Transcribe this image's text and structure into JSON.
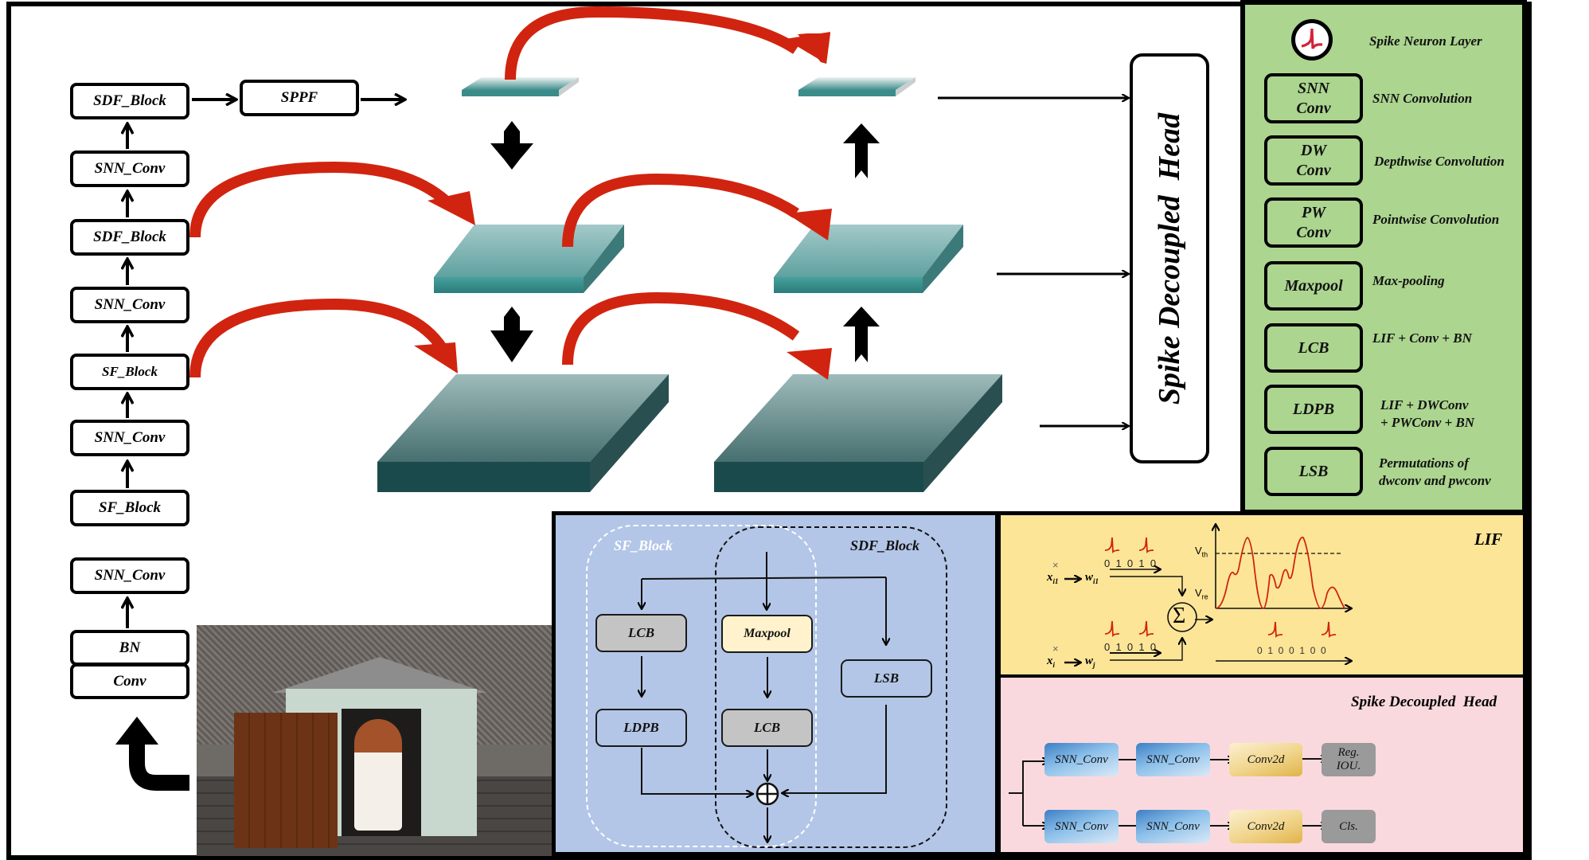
{
  "backbone": {
    "blocks": [
      "SDF_Block",
      "SNN_Conv",
      "SDF_Block",
      "SNN_Conv",
      "SF_Block",
      "SNN_Conv",
      "SF_Block",
      "SNN_Conv",
      "BN",
      "Conv"
    ],
    "sppf": "SPPF"
  },
  "neck": {
    "levels": 3,
    "description": "feature pyramid with top-down and bottom-up paths"
  },
  "head_vertical": "Spike Decoupled  Head",
  "legend": {
    "items": [
      {
        "box": "",
        "icon": "spike-neuron-icon",
        "text": "Spike  Neuron Layer"
      },
      {
        "box": "SNN\nConv",
        "text": "SNN Convolution"
      },
      {
        "box": "DW\nConv",
        "text": "Depthwise Convolution"
      },
      {
        "box": "PW\nConv",
        "text": "Pointwise Convolution"
      },
      {
        "box": "Maxpool",
        "text": "Max-pooling"
      },
      {
        "box": "LCB",
        "text": "LIF + Conv + BN"
      },
      {
        "box": "LDPB",
        "text": "LIF + DWConv\n+ PWConv + BN"
      },
      {
        "box": "LSB",
        "text": "Permutations of\ndwconv and pwconv"
      }
    ]
  },
  "block_detail": {
    "sf_label": "SF_Block",
    "sdf_label": "SDF_Block",
    "lcb_left": "LCB",
    "ldpb": "LDPB",
    "maxpool": "Maxpool",
    "lcb_mid": "LCB",
    "lsb": "LSB"
  },
  "lif": {
    "title": "LIF",
    "input_top": {
      "x": "x",
      "sub": "i1",
      "w": "w",
      "wsub": "i1",
      "bits": "0  1  0  1  0"
    },
    "input_bottom": {
      "x": "x",
      "sub": "i",
      "w": "w",
      "wsub": "j",
      "bits": "0  1  0  1  0"
    },
    "times": "×",
    "sum": "Σ",
    "vth": "V",
    "vth_sub": "th",
    "vre": "V",
    "vre_sub": "re",
    "output_bits": "0  1  0  0  1  0  0"
  },
  "decoupled_head": {
    "title": "Spike Decoupled  Head",
    "rows": [
      {
        "steps": [
          "SNN_Conv",
          "SNN_Conv",
          "Conv2d"
        ],
        "output": "Reg.\nIOU."
      },
      {
        "steps": [
          "SNN_Conv",
          "SNN_Conv",
          "Conv2d"
        ],
        "output": "Cls."
      }
    ]
  },
  "colors": {
    "legend_bg": "#acd58f",
    "block_bg": "#b3c6e7",
    "lif_bg": "#fde597",
    "head_bg": "#fad9de",
    "skip_arrow": "#d12410",
    "teal": "#2f7f80"
  }
}
